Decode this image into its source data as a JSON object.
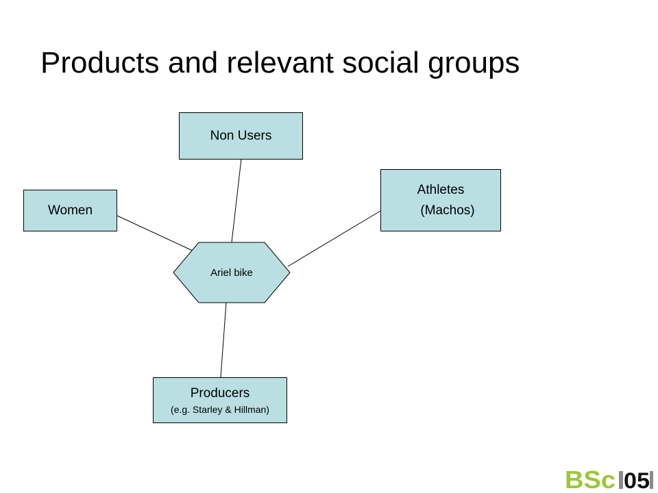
{
  "slide": {
    "title": "Products and relevant social groups"
  },
  "diagram": {
    "center": {
      "label": "Ariel bike"
    },
    "groups": {
      "non_users": {
        "label": "Non Users"
      },
      "women": {
        "label": "Women"
      },
      "athletes": {
        "line1": "Athletes",
        "line2": "(Machos)"
      },
      "producers": {
        "label": "Producers",
        "sublabel": "(e.g. Starley & Hillman)"
      }
    }
  },
  "logo": {
    "text_left": "BSc",
    "text_right": "05",
    "colors": {
      "green": "#9cc83a",
      "gray": "#8a8a8a",
      "dark": "#111111"
    }
  },
  "colors": {
    "node_fill": "#b9dfe2",
    "stroke": "#000000"
  }
}
